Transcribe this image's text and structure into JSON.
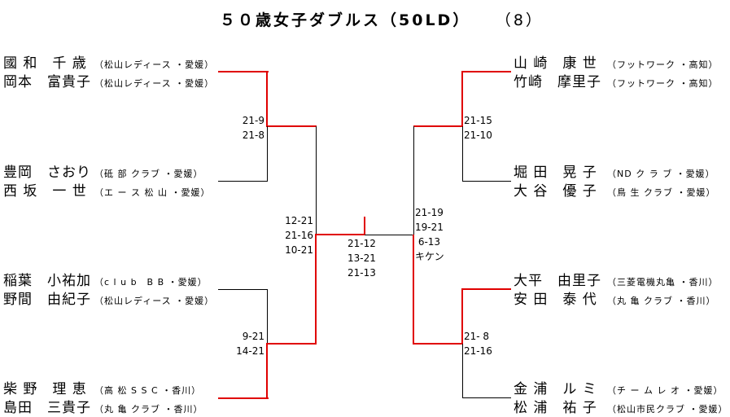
{
  "title": {
    "text": "５０歳女子ダブルス（50LD）",
    "draw_size": "（8）"
  },
  "colors": {
    "winner_line": "#e00000",
    "line": "#000000"
  },
  "left": [
    {
      "players": [
        {
          "name": "國 和　千 歳",
          "team": "（松山レディース ・愛媛）"
        },
        {
          "name": "岡本　富貴子",
          "team": "（松山レディース ・愛媛）"
        }
      ]
    },
    {
      "players": [
        {
          "name": "豊岡　さおり",
          "team": "（砥 部 クラブ ・愛媛）"
        },
        {
          "name": "西 坂　一 世",
          "team": "（エ ー ス 松 山 ・愛媛）"
        }
      ]
    },
    {
      "players": [
        {
          "name": "稲葉　小祐加",
          "team": "（c l u b　B B ・愛媛）"
        },
        {
          "name": "野間　由紀子",
          "team": "（松山レディース ・愛媛）"
        }
      ]
    },
    {
      "players": [
        {
          "name": "柴 野　理 恵",
          "team": "（高 松 S S C ・香川）"
        },
        {
          "name": "島田　三貴子",
          "team": "（丸 亀 クラブ ・香川）"
        }
      ]
    }
  ],
  "right": [
    {
      "players": [
        {
          "name": "山 崎　康 世",
          "team": "（フットワーク ・高知）"
        },
        {
          "name": "竹崎　摩里子",
          "team": "（フットワーク ・高知）"
        }
      ]
    },
    {
      "players": [
        {
          "name": "堀 田　晃 子",
          "team": "（ND ク ラ ブ ・愛媛）"
        },
        {
          "name": "大 谷　優 子",
          "team": "（鳥 生 クラブ ・愛媛）"
        }
      ]
    },
    {
      "players": [
        {
          "name": "大平　由里子",
          "team": "（三菱電機丸亀 ・香川）"
        },
        {
          "name": "安 田　泰 代",
          "team": "（丸 亀 クラブ ・香川）"
        }
      ]
    },
    {
      "players": [
        {
          "name": "金 浦　ル ミ",
          "team": "（チ ー ム レ オ ・愛媛）"
        },
        {
          "name": "松 浦　祐 子",
          "team": "（松山市民クラブ ・愛媛）"
        }
      ]
    }
  ],
  "scores": {
    "left_r1_top": [
      "21-9",
      "21-8"
    ],
    "left_r1_bottom": [
      "9-21",
      "14-21"
    ],
    "left_semi": [
      "12-21",
      "21-16",
      "10-21"
    ],
    "final": [
      "21-12",
      "13-21",
      "21-13"
    ],
    "right_semi": [
      "21-19",
      "19-21",
      " 6-13",
      "キケン"
    ],
    "right_r1_top": [
      "21-15",
      "21-10"
    ],
    "right_r1_bottom": [
      "21- 8",
      "21-16"
    ]
  }
}
